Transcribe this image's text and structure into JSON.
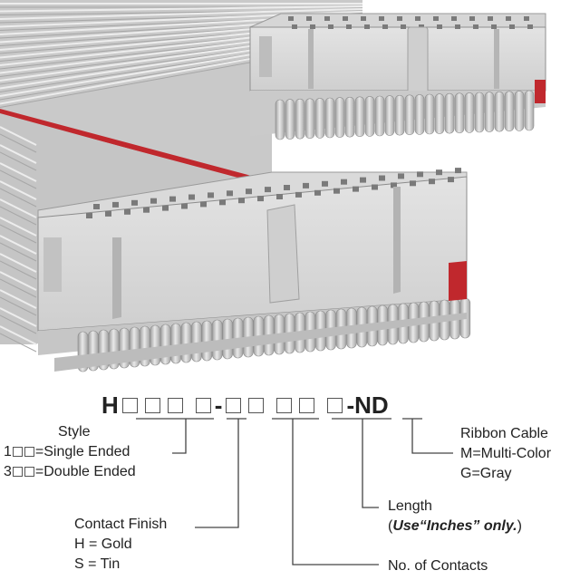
{
  "part_number": {
    "prefix": "H",
    "dash": "-",
    "suffix": "-ND"
  },
  "style": {
    "title": "Style",
    "single_code": "1",
    "single_text": "=Single Ended",
    "double_code": "3",
    "double_text": "=Double Ended"
  },
  "ribbon": {
    "title": "Ribbon Cable",
    "multi": "M=Multi-Color",
    "gray": "G=Gray"
  },
  "length": {
    "title": "Length",
    "note_open": "(",
    "note_use": "Use",
    "note_inches": "“Inches”",
    "note_only": "only.",
    "note_close": ")"
  },
  "contact_finish": {
    "title": "Contact Finish",
    "gold": "H = Gold",
    "tin": "S = Tin"
  },
  "contacts": {
    "title": "No. of Contacts"
  },
  "colors": {
    "cable": "#c8c8c8",
    "cable_stripe": "#c0282d",
    "connector": "#d9d9d9",
    "line": "#444444"
  }
}
